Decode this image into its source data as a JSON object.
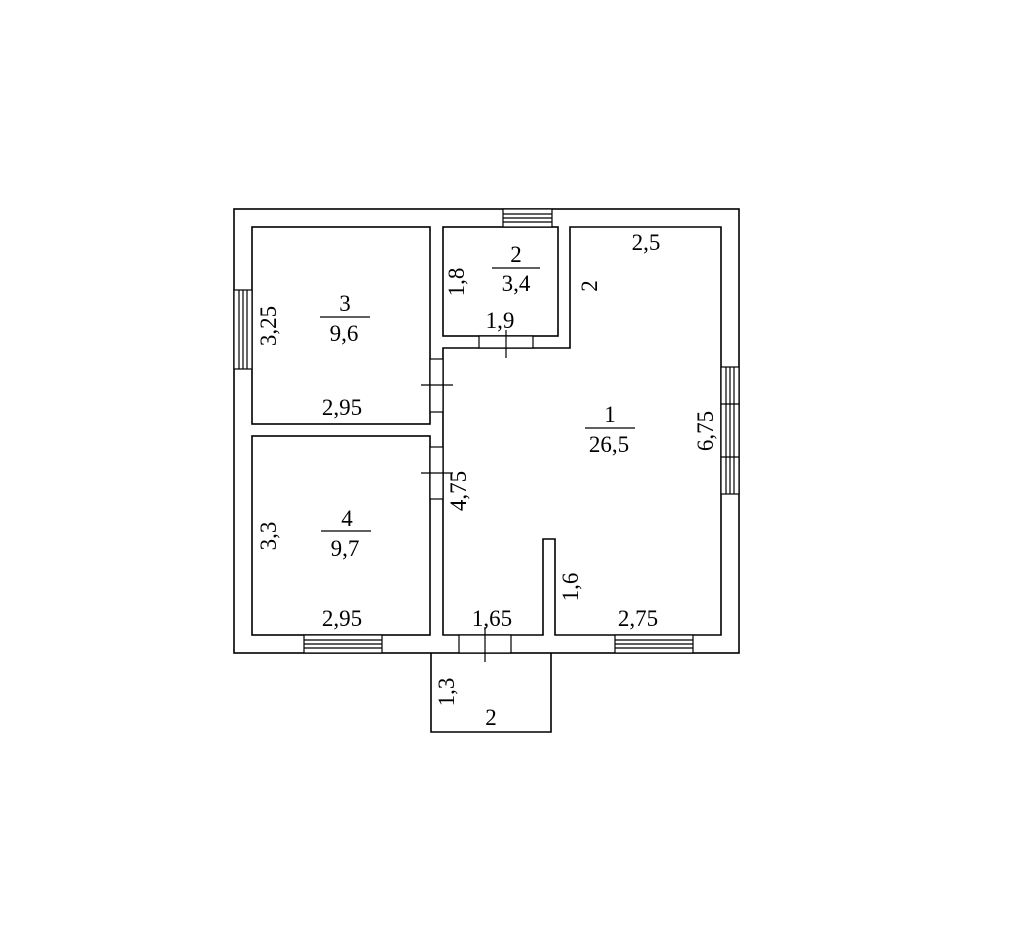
{
  "rooms": [
    {
      "number": "1",
      "area": "26,5"
    },
    {
      "number": "2",
      "area": "3,4"
    },
    {
      "number": "3",
      "area": "9,6"
    },
    {
      "number": "4",
      "area": "9,7"
    }
  ],
  "dimensions": {
    "room1_top": "2,5",
    "room1_right": "6,75",
    "room1_left": "4,75",
    "room1_bottom_right": "2,75",
    "room1_bottom_left": "1,65",
    "room1_partition": "1,6",
    "room1_upper_left": "2",
    "room2_side": "1,8",
    "room2_bottom": "1,9",
    "room3_side": "3,25",
    "room3_bottom": "2,95",
    "room4_side": "3,3",
    "room4_bottom": "2,95",
    "porch_side": "1,3",
    "porch_bottom": "2"
  }
}
